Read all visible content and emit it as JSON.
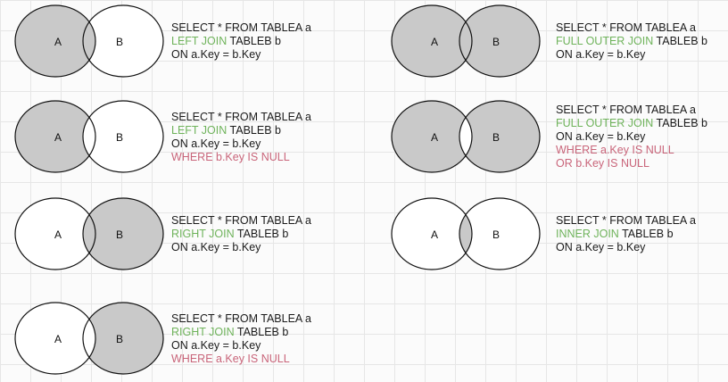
{
  "colors": {
    "shaded": "#c9c9c9",
    "outline": "#111111",
    "join_keyword": "#6fb35b",
    "where_clause": "#c9657a"
  },
  "labels": {
    "a": "A",
    "b": "B"
  },
  "panels": [
    {
      "id": "left-join",
      "shade": "A",
      "sql": {
        "l1": "SELECT * FROM TABLEA a",
        "kw": "LEFT JOIN",
        "l2rest": " TABLEB b",
        "l3": "ON a.Key = b.Key",
        "where1": "",
        "where2": ""
      }
    },
    {
      "id": "full-outer-join",
      "shade": "AB",
      "sql": {
        "l1": "SELECT * FROM TABLEA a",
        "kw": "FULL OUTER JOIN",
        "l2rest": " TABLEB b",
        "l3": "ON a.Key = b.Key",
        "where1": "",
        "where2": ""
      }
    },
    {
      "id": "left-join-exclusive",
      "shade": "A-only",
      "sql": {
        "l1": "SELECT * FROM TABLEA a",
        "kw": "LEFT JOIN",
        "l2rest": " TABLEB b",
        "l3": "ON a.Key = b.Key",
        "where1": "WHERE b.Key IS NULL",
        "where2": ""
      }
    },
    {
      "id": "full-outer-join-exclusive",
      "shade": "XOR",
      "sql": {
        "l1": "SELECT * FROM TABLEA a",
        "kw": "FULL OUTER JOIN",
        "l2rest": " TABLEB b",
        "l3": "ON a.Key = b.Key",
        "where1": "WHERE a.Key IS NULL",
        "where2": "OR b.Key IS NULL"
      }
    },
    {
      "id": "right-join",
      "shade": "B",
      "sql": {
        "l1": "SELECT * FROM TABLEA a",
        "kw": "RIGHT JOIN",
        "l2rest": " TABLEB b",
        "l3": "ON a.Key = b.Key",
        "where1": "",
        "where2": ""
      }
    },
    {
      "id": "inner-join",
      "shade": "AND",
      "sql": {
        "l1": "SELECT * FROM TABLEA a",
        "kw": "INNER JOIN",
        "l2rest": " TABLEB b",
        "l3": "ON a.Key = b.Key",
        "where1": "",
        "where2": ""
      }
    },
    {
      "id": "right-join-exclusive",
      "shade": "B-only",
      "sql": {
        "l1": "SELECT * FROM TABLEA a",
        "kw": "RIGHT JOIN",
        "l2rest": " TABLEB b",
        "l3": "ON a.Key = b.Key",
        "where1": "WHERE a.Key IS NULL",
        "where2": ""
      }
    }
  ]
}
